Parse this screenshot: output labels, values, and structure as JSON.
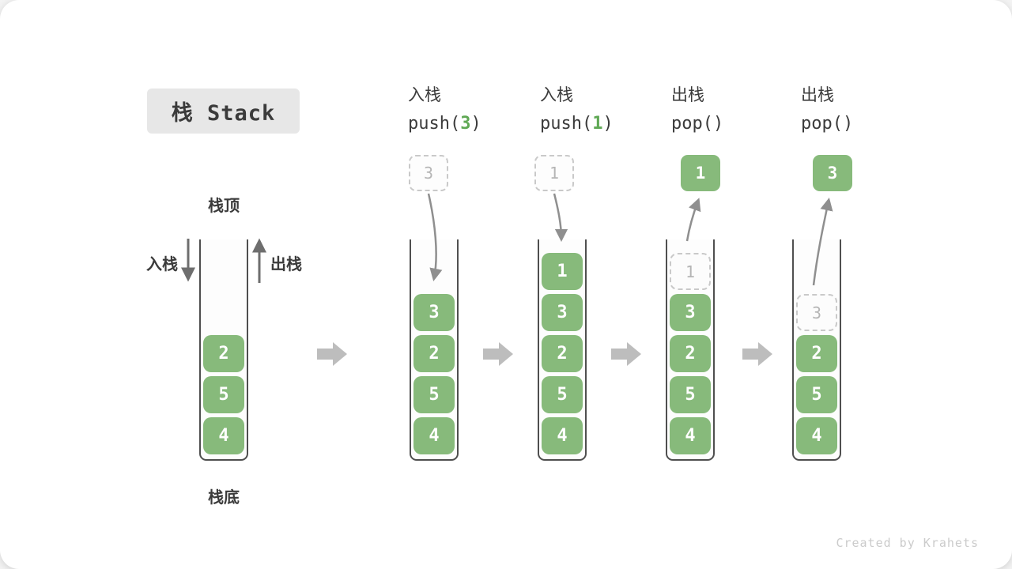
{
  "title": "栈 Stack",
  "watermark": "Created by Krahets",
  "legend": {
    "top": "栈顶",
    "bottom": "栈底",
    "push": "入栈",
    "pop": "出栈"
  },
  "initial_stack": {
    "items": [
      {
        "v": "2"
      },
      {
        "v": "5"
      },
      {
        "v": "4"
      }
    ]
  },
  "steps": [
    {
      "label": "入栈",
      "code": {
        "pre": "push(",
        "arg": "3",
        "post": ")"
      },
      "float": {
        "v": "3",
        "kind": "ghost"
      },
      "items": [
        {
          "v": "3"
        },
        {
          "v": "2"
        },
        {
          "v": "5"
        },
        {
          "v": "4"
        }
      ]
    },
    {
      "label": "入栈",
      "code": {
        "pre": "push(",
        "arg": "1",
        "post": ")"
      },
      "float": {
        "v": "1",
        "kind": "ghost"
      },
      "items": [
        {
          "v": "1"
        },
        {
          "v": "3"
        },
        {
          "v": "2"
        },
        {
          "v": "5"
        },
        {
          "v": "4"
        }
      ]
    },
    {
      "label": "出栈",
      "code": {
        "pre": "pop(",
        "arg": "",
        "post": ")"
      },
      "float": {
        "v": "1",
        "kind": "solid"
      },
      "items": [
        {
          "v": "1",
          "ghost": true
        },
        {
          "v": "3"
        },
        {
          "v": "2"
        },
        {
          "v": "5"
        },
        {
          "v": "4"
        }
      ]
    },
    {
      "label": "出栈",
      "code": {
        "pre": "pop(",
        "arg": "",
        "post": ")"
      },
      "float": {
        "v": "3",
        "kind": "solid"
      },
      "items": [
        {
          "v": "3",
          "ghost": true
        },
        {
          "v": "2"
        },
        {
          "v": "5"
        },
        {
          "v": "4"
        }
      ]
    }
  ],
  "colors": {
    "box_green": "#87BA7B",
    "arg_green": "#5FA854",
    "wall_gray": "#4f4f4f",
    "arrow_gray": "#8f8f8f",
    "block_arrow_gray": "#bdbdbd",
    "ghost_border": "#c9c9c9",
    "ghost_text": "#b5b5b5",
    "text_dark": "#3b3b3b",
    "title_bg": "#e7e7e7",
    "watermark_gray": "#cbcbcb"
  }
}
